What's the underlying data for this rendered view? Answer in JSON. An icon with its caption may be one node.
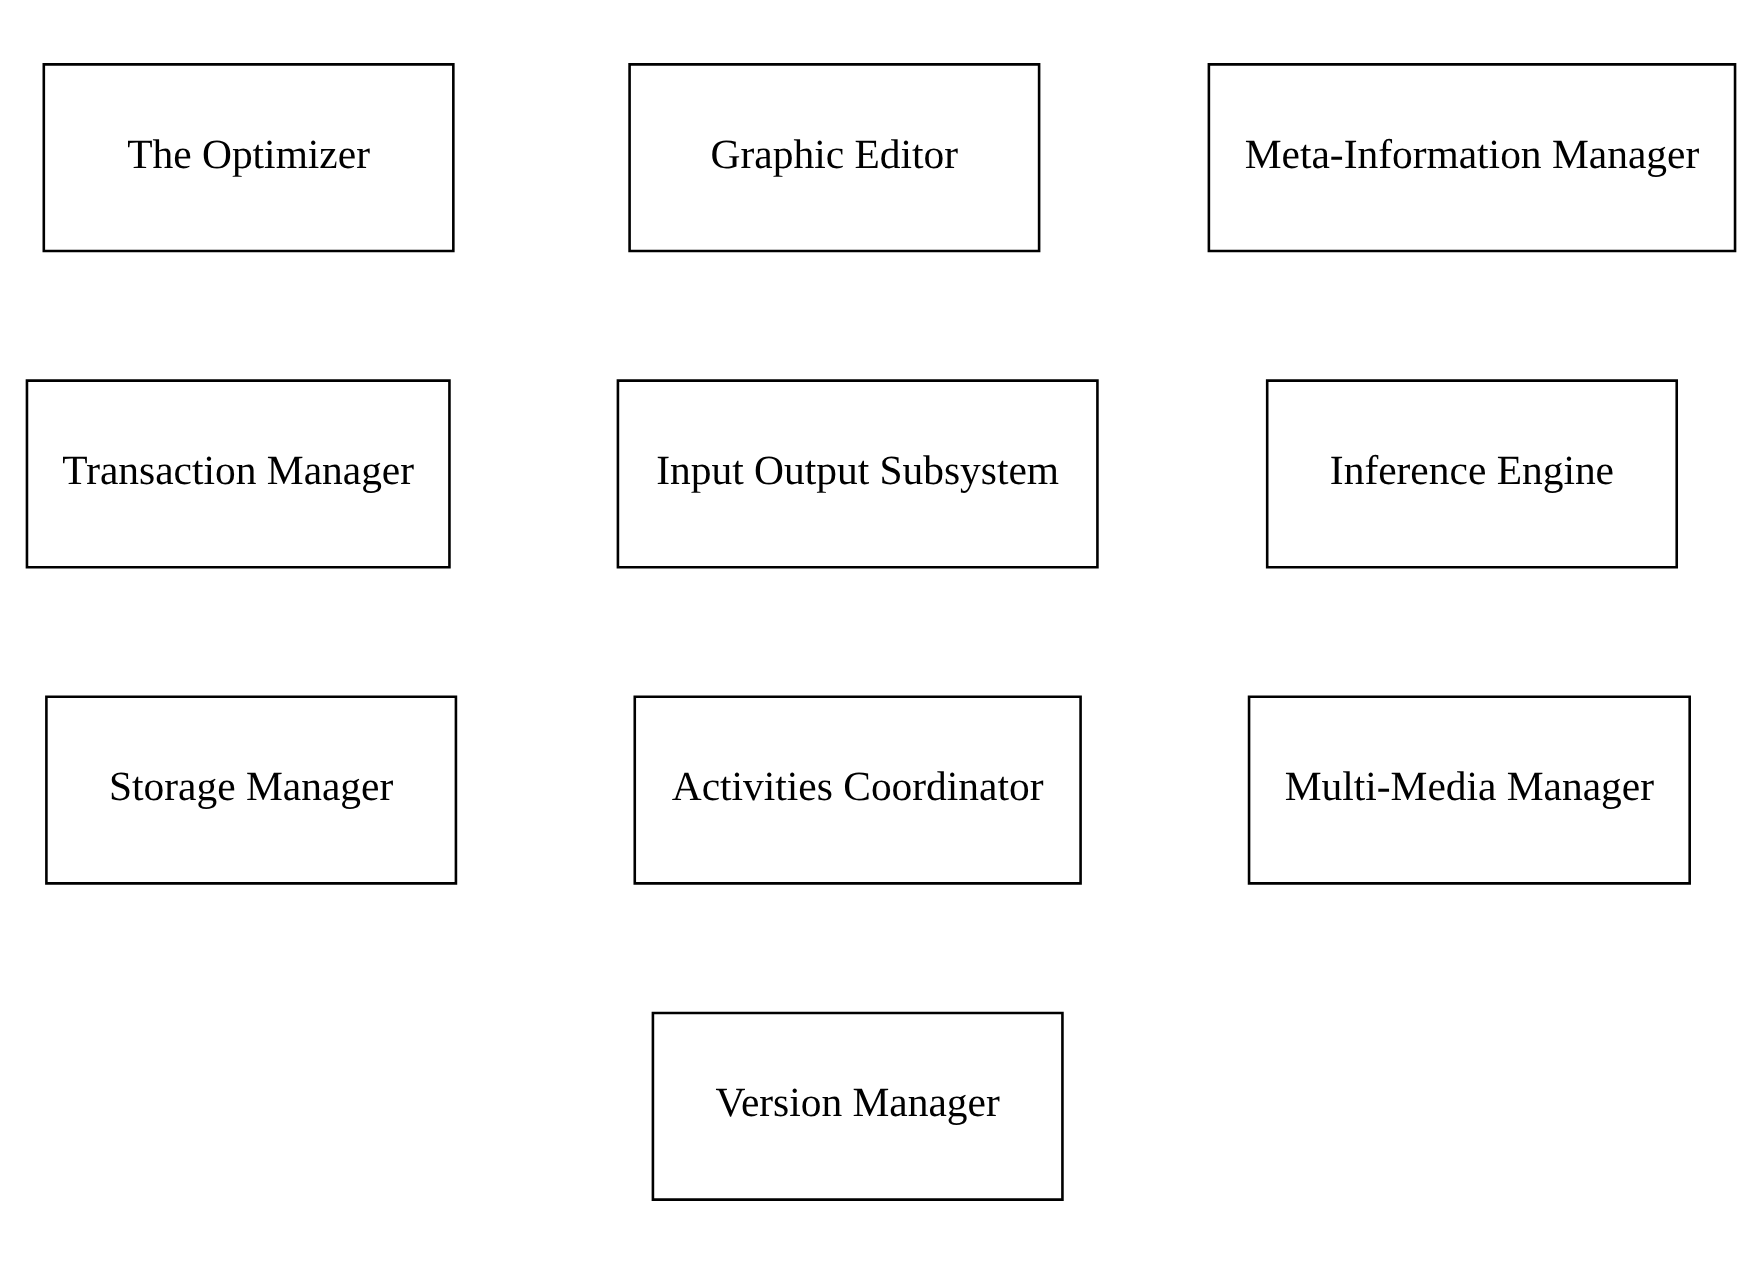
{
  "diagram": {
    "nodes": [
      {
        "text": [
          "The Optimizer"
        ]
      },
      {
        "text": [
          "Graphic Editor"
        ]
      },
      {
        "text": [
          "Meta-Information Manager"
        ]
      },
      {
        "text": [
          "Transaction Manager"
        ]
      },
      {
        "text": [
          "Input Output Subsystem"
        ]
      },
      {
        "text": [
          "Inference Engine"
        ]
      },
      {
        "text": [
          "Storage Manager"
        ]
      },
      {
        "text": [
          "Activities Coordinator"
        ]
      },
      {
        "text": [
          "Multi-Media Manager"
        ]
      },
      {
        "text": [
          "Version Manager"
        ]
      }
    ],
    "edges": []
  }
}
